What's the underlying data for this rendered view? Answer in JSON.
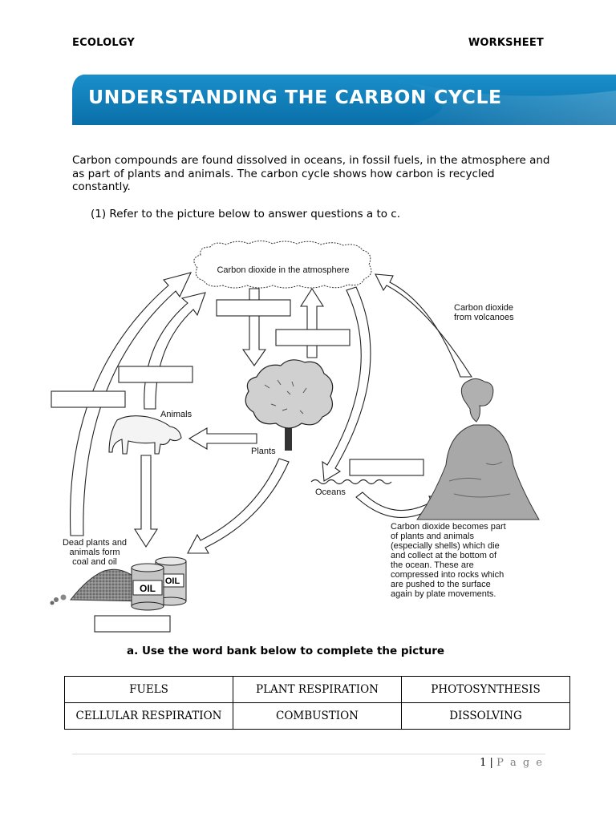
{
  "header": {
    "left": "ECOLOLGY",
    "right": "WORKSHEET"
  },
  "title": "UNDERSTANDING THE CARBON CYCLE",
  "intro": "Carbon compounds are found dissolved in oceans, in fossil fuels, in the atmosphere and as part of plants and animals.  The carbon cycle shows how carbon is recycled constantly.",
  "question_1": "(1) Refer to the picture below to answer questions a to c.",
  "diagram": {
    "atmosphere": "Carbon dioxide in the atmosphere",
    "volcano_label": [
      "Carbon dioxide",
      "from volcanoes"
    ],
    "animals": "Animals",
    "plants": "Plants",
    "oceans": "Oceans",
    "dead_plants": [
      "Dead plants and",
      "animals form",
      "coal and oil"
    ],
    "oil_label": "OIL",
    "ocean_note": [
      "Carbon dioxide becomes part",
      "of plants and animals",
      "(especially shells) which die",
      "and collect at the bottom of",
      "the ocean. These are",
      "compressed into rocks which",
      "are pushed to the surface",
      "again by plate movements."
    ]
  },
  "question_a": "a.  Use the word bank below to complete the picture",
  "word_bank": [
    [
      "FUELS",
      "PLANT RESPIRATION",
      "PHOTOSYNTHESIS"
    ],
    [
      "CELLULAR RESPIRATION",
      "COMBUSTION",
      "DISSOLVING"
    ]
  ],
  "footer": {
    "page_number": "1",
    "separator": "|",
    "page_word": "P a g e"
  },
  "colors": {
    "banner_dark": "#0a6fa8",
    "banner_light": "#2da3d8",
    "banner_text": "#ffffff"
  }
}
